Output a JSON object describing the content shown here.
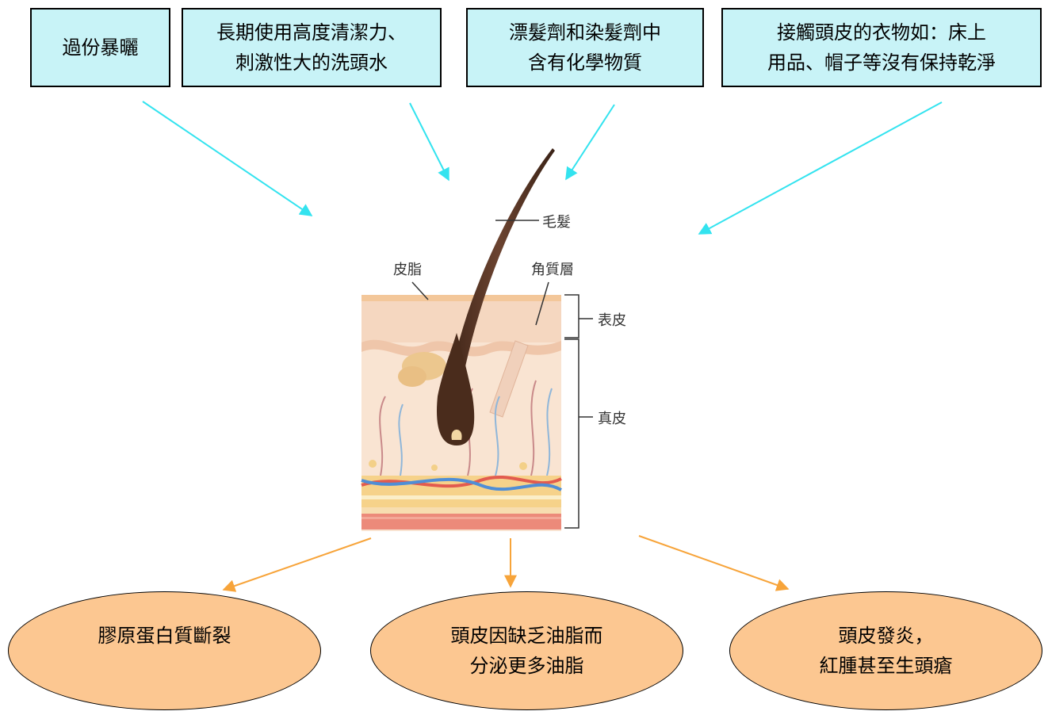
{
  "causes": [
    {
      "lines": [
        "過份暴曬"
      ]
    },
    {
      "lines": [
        "長期使用高度清潔力、",
        "刺激性大的洗頭水"
      ]
    },
    {
      "lines": [
        "漂髮劑和染髮劑中",
        "含有化學物質"
      ]
    },
    {
      "lines": [
        "接觸頭皮的衣物如：床上",
        "用品、帽子等沒有保持乾淨"
      ]
    }
  ],
  "effects": [
    {
      "lines": [
        "膠原蛋白質斷裂"
      ]
    },
    {
      "lines": [
        "頭皮因缺乏油脂而",
        "分泌更多油脂"
      ]
    },
    {
      "lines": [
        "頭皮發炎，",
        "紅腫甚至生頭瘡"
      ]
    }
  ],
  "anatomy_labels": {
    "hair": "毛髮",
    "sebum": "皮脂",
    "stratum_corneum": "角質層",
    "epidermis": "表皮",
    "dermis": "真皮"
  },
  "colors": {
    "cause_fill": "#c8f3f7",
    "cause_arrow": "#33e3ef",
    "effect_fill": "#fcc791",
    "effect_arrow": "#f7a43a"
  }
}
